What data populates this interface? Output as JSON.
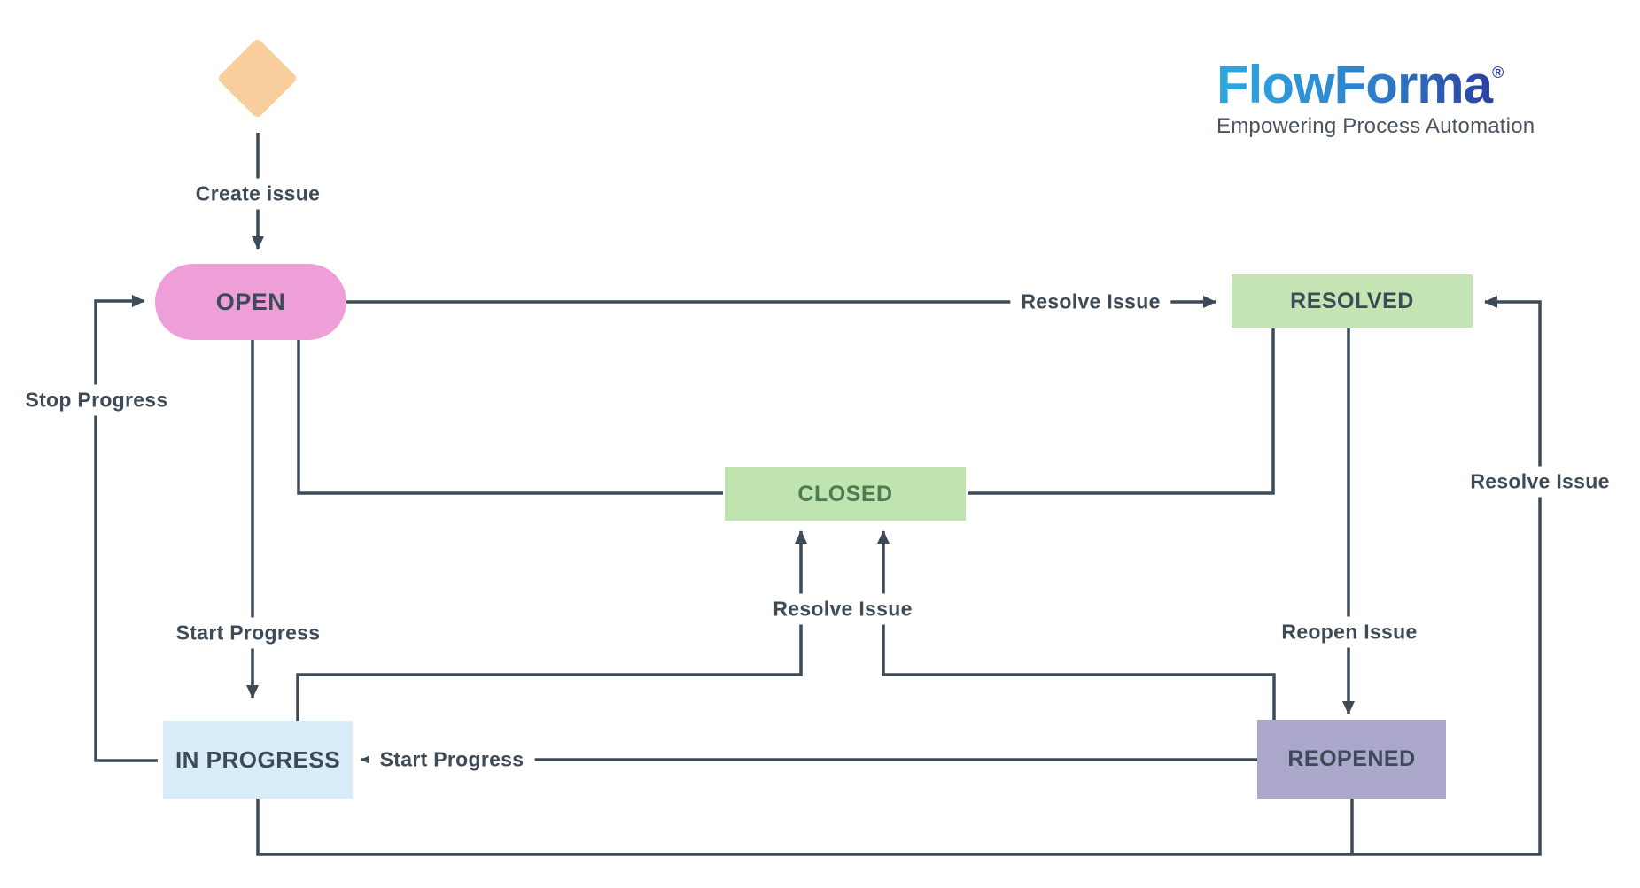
{
  "logo": {
    "brand": "FlowForma",
    "registered": "®",
    "tagline": "Empowering Process Automation"
  },
  "nodes": {
    "start": {
      "shape": "diamond"
    },
    "open": {
      "label": "OPEN"
    },
    "resolved": {
      "label": "RESOLVED"
    },
    "closed": {
      "label": "CLOSED"
    },
    "in_progress": {
      "label": "IN PROGRESS"
    },
    "reopened": {
      "label": "REOPENED"
    }
  },
  "edge_labels": {
    "create_issue": "Create issue",
    "resolve_issue_top": "Resolve Issue",
    "stop_progress": "Stop Progress",
    "start_progress_left": "Start Progress",
    "resolve_issue_middle": "Resolve Issue",
    "reopen_issue": "Reopen Issue",
    "start_progress_middle": "Start Progress",
    "resolve_issue_right": "Resolve Issue"
  },
  "colors": {
    "line": "#3d4a57",
    "text": "#3d4a57",
    "diamond_fill": "#f8cf9c",
    "open_fill": "#ef9fd7",
    "resolved_fill": "#c2e5b3",
    "closed_fill": "#bfe4af",
    "closed_text": "#4e7b55",
    "in_progress_fill": "#d8edf9",
    "reopened_fill": "#aba8cc",
    "logo_gradient_start": "#2caae2",
    "logo_gradient_end": "#2b3a9b",
    "tagline_text": "#4a5461"
  }
}
